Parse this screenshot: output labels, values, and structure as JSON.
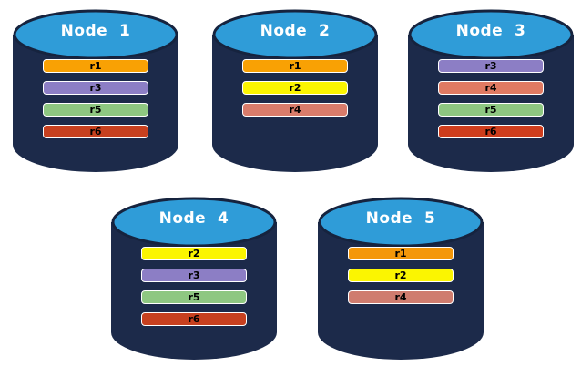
{
  "palette": {
    "cylinder_body": "#1C2A4A",
    "cylinder_top": "#2F9CD8",
    "cylinder_top_stroke": "#16233E",
    "bar_border": "#FFFFFF",
    "bar_text": "#000000",
    "title_text": "#FFFFFF",
    "background": "#FFFFFF"
  },
  "nodes": [
    {
      "label": "Node  1",
      "replicas": [
        {
          "label": "r1",
          "color": "#F9A104"
        },
        {
          "label": "r3",
          "color": "#8C7EC5"
        },
        {
          "label": "r5",
          "color": "#8EC781"
        },
        {
          "label": "r6",
          "color": "#C7401F"
        }
      ]
    },
    {
      "label": "Node  2",
      "replicas": [
        {
          "label": "r1",
          "color": "#F9A104"
        },
        {
          "label": "r2",
          "color": "#FBF501"
        },
        {
          "label": "r4",
          "color": "#D97C6B"
        }
      ]
    },
    {
      "label": "Node  3",
      "replicas": [
        {
          "label": "r3",
          "color": "#8C7EC5"
        },
        {
          "label": "r4",
          "color": "#E07A62"
        },
        {
          "label": "r5",
          "color": "#8EC781"
        },
        {
          "label": "r6",
          "color": "#CE3D1D"
        }
      ]
    },
    {
      "label": "Node  4",
      "replicas": [
        {
          "label": "r2",
          "color": "#FBF501"
        },
        {
          "label": "r3",
          "color": "#8C7EC5"
        },
        {
          "label": "r5",
          "color": "#8EC781"
        },
        {
          "label": "r6",
          "color": "#C7401F"
        }
      ]
    },
    {
      "label": "Node  5",
      "replicas": [
        {
          "label": "r1",
          "color": "#F49709"
        },
        {
          "label": "r2",
          "color": "#FBF501"
        },
        {
          "label": "r4",
          "color": "#CF7C6E"
        }
      ]
    }
  ]
}
